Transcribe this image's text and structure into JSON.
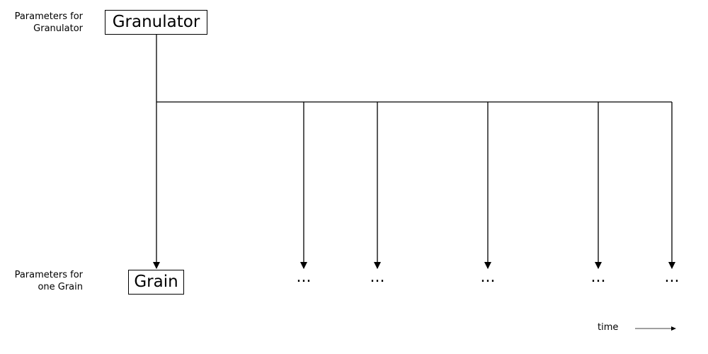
{
  "labels": {
    "granulator_params": [
      "Parameters for",
      "Granulator"
    ],
    "grain_params": [
      "Parameters for",
      "one Grain"
    ]
  },
  "boxes": {
    "granulator": "Granulator",
    "grain": "Grain"
  },
  "ellipses": [
    "...",
    "...",
    "...",
    "...",
    "..."
  ],
  "time_label": "time"
}
